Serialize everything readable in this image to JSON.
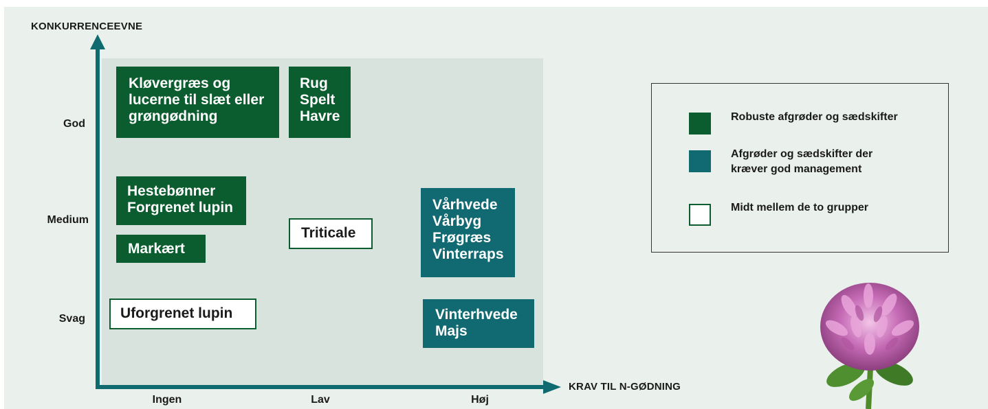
{
  "colors": {
    "robust": "#0b5c2e",
    "management": "#116a72",
    "middle_fill": "#ffffff",
    "axis": "#0f6b70",
    "background": "#eaf1ec",
    "panel": "#d7e3dc"
  },
  "axes": {
    "y_title": "KONKURRENCEEVNE",
    "x_title": "KRAV TIL N-GØDNING",
    "y_ticks": [
      "God",
      "Medium",
      "Svag"
    ],
    "x_ticks": [
      "Ingen",
      "Lav",
      "Høj"
    ]
  },
  "boxes": [
    {
      "text": "Kløvergræs og\nlucerne til slæt eller\ngrøngødning",
      "group": "robust"
    },
    {
      "text": "Rug\nSpelt\nHavre",
      "group": "robust"
    },
    {
      "text": "Hestebønner\nForgrenet lupin",
      "group": "robust"
    },
    {
      "text": "Markært",
      "group": "robust"
    },
    {
      "text": "Triticale",
      "group": "middle"
    },
    {
      "text": "Vårhvede\nVårbyg\nFrøgræs\nVinterraps",
      "group": "management"
    },
    {
      "text": "Uforgrenet lupin",
      "group": "middle"
    },
    {
      "text": "Vinterhvede\nMajs",
      "group": "management"
    }
  ],
  "legend": {
    "items": [
      {
        "label": "Robuste afgrøder og sædskifter",
        "group": "robust"
      },
      {
        "label": "Afgrøder og sædskifter der\nkræver god management",
        "group": "management"
      },
      {
        "label": "Midt mellem de to grupper",
        "group": "middle"
      }
    ]
  },
  "illustration": {
    "icon": "clover-flower-icon"
  }
}
